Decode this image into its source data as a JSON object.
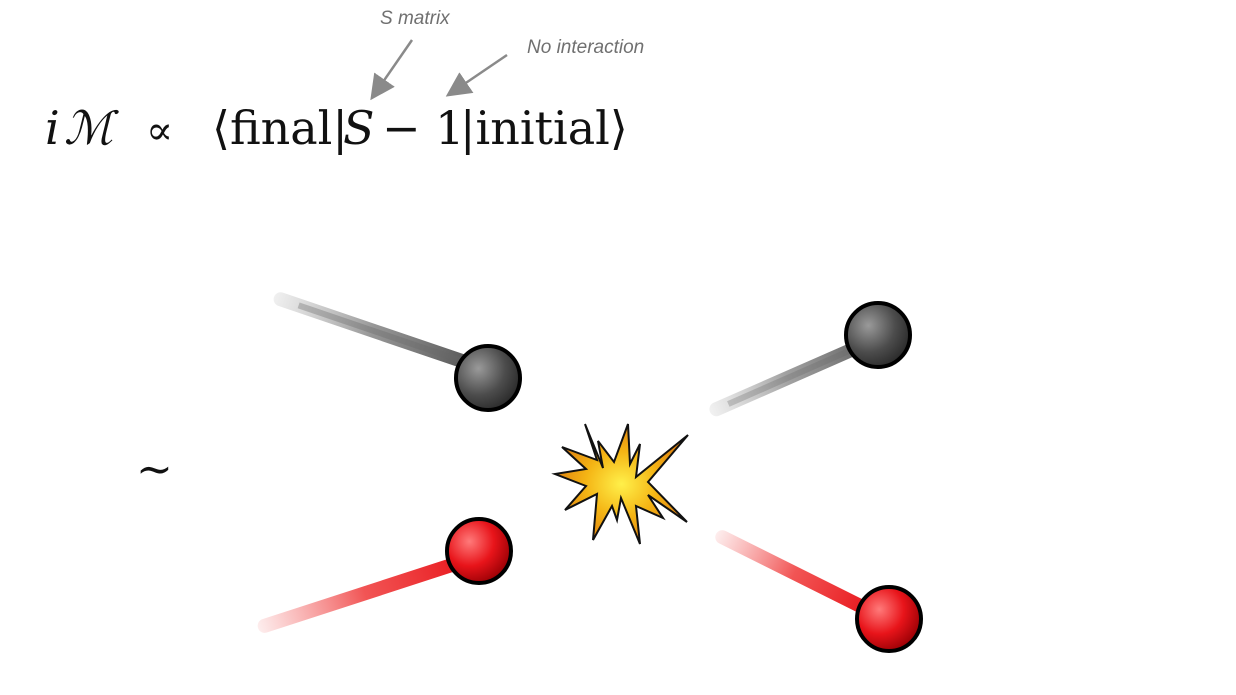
{
  "annotations": {
    "s_matrix": "S matrix",
    "no_interaction": "No interaction"
  },
  "equation": {
    "i": "i",
    "M": "ℳ",
    "propto": "∝",
    "bra": "⟨final|",
    "S": "S",
    "minus_one": "− 1",
    "ket": "|initial⟩"
  },
  "tilde": "∼",
  "colors": {
    "incoming_particle": "#5a5a5a",
    "outgoing_particle": "#5a5a5a",
    "red_particle": "#e8141a",
    "explosion_outer": "#f0a020",
    "explosion_inner": "#ffe030",
    "annotation_arrow": "#8a8a8a"
  }
}
